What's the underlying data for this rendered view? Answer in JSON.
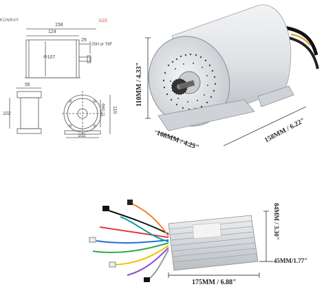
{
  "drawing": {
    "brand": "KUNRAY",
    "size_label": "SIZE",
    "dims": {
      "overall_length": "158",
      "body_length": "124",
      "shaft_length": "29",
      "shaft_spec": "25H or T8F",
      "body_diameter": "Φ107",
      "base_width": "56",
      "side_height": "102",
      "mount_height": "110",
      "bolt_spacing": "Φ60.11",
      "base_length": "102"
    }
  },
  "motor": {
    "height_label": "110MM / 4.33\"",
    "width_label": "108MM / 4.25\"",
    "length_label": "158MM / 6.22\""
  },
  "controller": {
    "height_label": "84MM / 3.30\"",
    "thickness_label": "45MM/1.77\"",
    "length_label": "175MM / 6.88\""
  },
  "colors": {
    "aluminum": "#d8dbde",
    "shadow": "#9aa0a6",
    "line": "#555555",
    "dim_line": "#444444"
  }
}
